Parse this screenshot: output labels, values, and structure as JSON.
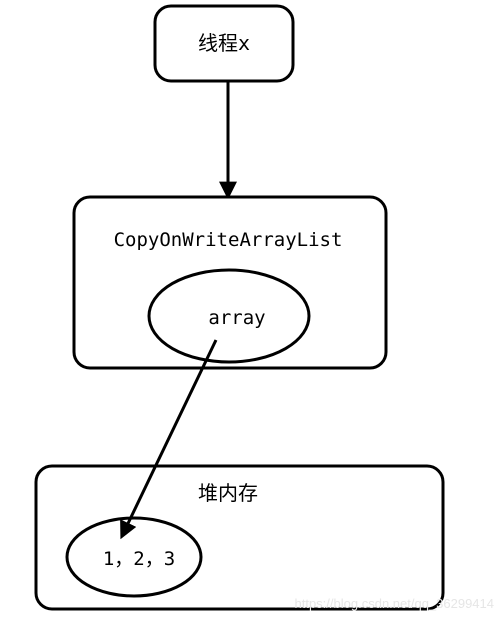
{
  "diagram": {
    "thread_box": {
      "label": "线程x"
    },
    "list_box": {
      "label": "CopyOnWriteArrayList",
      "array_ellipse": {
        "label": "array"
      }
    },
    "heap_box": {
      "label": "堆内存",
      "values_ellipse": {
        "label": "1，2，3"
      }
    },
    "watermark": "https://blog.csdn.net/qq_36299414"
  }
}
